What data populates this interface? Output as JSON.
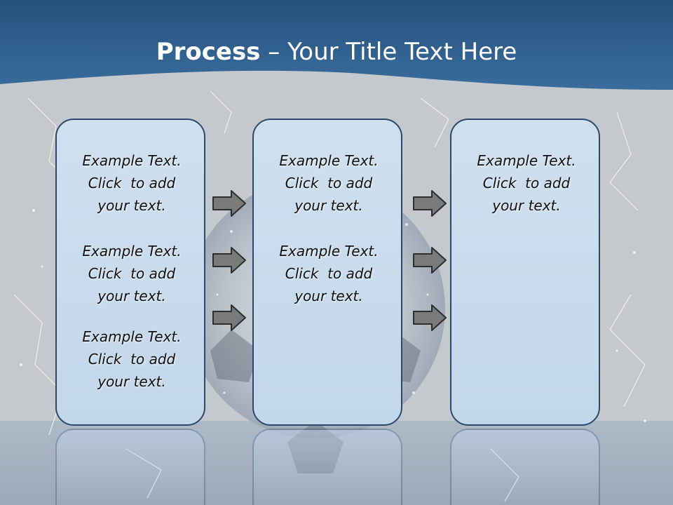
{
  "slide": {
    "title_bold": "Process",
    "title_rest": " – Your Title Text Here"
  },
  "columns": [
    {
      "items": [
        {
          "line1": "Example Text.",
          "line2": "Click  to add",
          "line3": "your text."
        },
        {
          "line1": "Example Text.",
          "line2": "Click  to add",
          "line3": "your text."
        },
        {
          "line1": "Example Text.",
          "line2": "Click  to add",
          "line3": "your text."
        }
      ]
    },
    {
      "items": [
        {
          "line1": "Example Text.",
          "line2": "Click  to add",
          "line3": "your text."
        },
        {
          "line1": "Example Text.",
          "line2": "Click  to add",
          "line3": "your text."
        }
      ]
    },
    {
      "items": [
        {
          "line1": "Example Text.",
          "line2": "Click  to add",
          "line3": "your text."
        }
      ]
    }
  ],
  "colors": {
    "header_blue": "#2f5d8c",
    "box_border": "#2a4a6c",
    "box_fill": "#cfe0ef",
    "arrow_fill": "#7a7a7a"
  },
  "icons": {
    "arrow": "right-arrow-icon"
  }
}
